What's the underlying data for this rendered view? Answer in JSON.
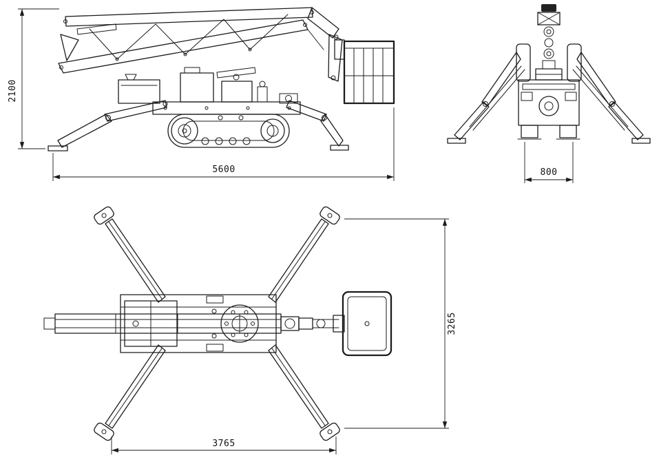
{
  "drawing": {
    "line_color": "#1b1b1b",
    "background_color": "#ffffff",
    "dimensions": {
      "overall_height": "2100",
      "overall_length": "5600",
      "chassis_width": "800",
      "outrigger_footprint_width": "3265",
      "outrigger_footprint_length": "3765"
    }
  }
}
